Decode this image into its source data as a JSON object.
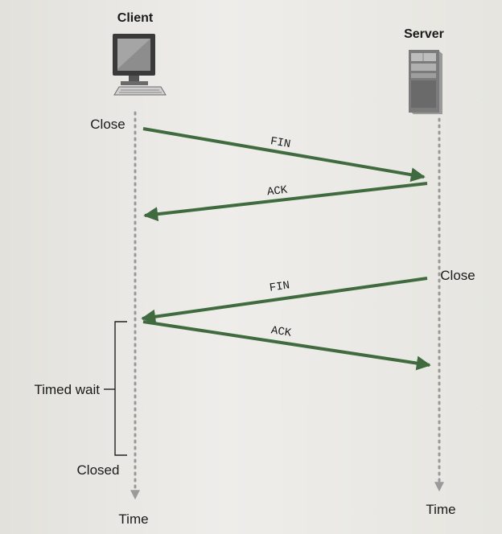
{
  "client": {
    "label": "Client",
    "close_label": "Close",
    "timed_wait_label": "Timed wait",
    "closed_label": "Closed",
    "time_label": "Time"
  },
  "server": {
    "label": "Server",
    "close_label": "Close",
    "time_label": "Time"
  },
  "messages": [
    {
      "label": "FIN",
      "from": "client",
      "to": "server"
    },
    {
      "label": "ACK",
      "from": "server",
      "to": "client"
    },
    {
      "label": "FIN",
      "from": "server",
      "to": "client"
    },
    {
      "label": "ACK",
      "from": "client",
      "to": "server"
    }
  ],
  "colors": {
    "arrow": "#3f6b3f",
    "timeline": "#9a9a9a"
  }
}
